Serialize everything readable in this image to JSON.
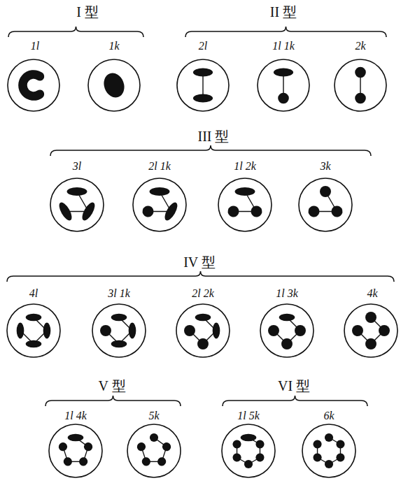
{
  "diagram": {
    "labels": [
      "I 型",
      "II 型",
      "1l",
      "1k",
      "2l",
      "1l 1k",
      "2k",
      "III 型",
      "3l",
      "2l 1k",
      "1l 2k",
      "3k",
      "IV 型",
      "4l",
      "3l 1k",
      "2l 2k",
      "1l 3k",
      "4k",
      "V 型",
      "VI 型",
      "1l 4k",
      "5k",
      "1l 5k",
      "6k"
    ]
  }
}
